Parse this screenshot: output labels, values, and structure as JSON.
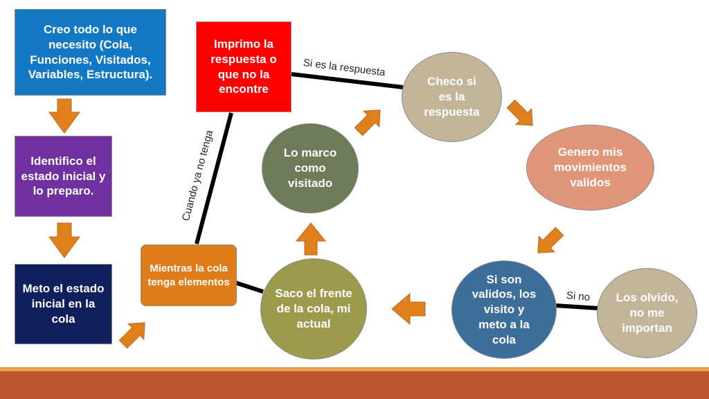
{
  "nodes": {
    "create": "Creo todo lo que necesito (Cola, Funciones, Visitados, Variables, Estructura).",
    "identify": "Identifico el estado inicial y lo preparo.",
    "enqueue_initial": "Meto el estado inicial en la cola",
    "while_queue": "Mientras la cola tenga elementos",
    "print_answer": "Imprimo la respuesta o que no la encontre",
    "dequeue": "Saco el frente de la cola, mi actual",
    "mark_visited": "Lo marco como visitado",
    "check_answer": "Checo si es la respuesta",
    "generate_moves": "Genero mis movimientos validos",
    "if_valid": "Si son validos, los visito y meto a la cola",
    "forget": "Los olvido, no me importan"
  },
  "edge_labels": {
    "when_empty": "Cuando ya no tenga",
    "if_answer": "Si es la respuesta",
    "if_not": "Si no"
  },
  "colors": {
    "blue": "#1479c4",
    "purple": "#7030a0",
    "navy": "#0f1f5c",
    "orange": "#e07b1a",
    "red": "#ff0000",
    "olive": "#9c9a4b",
    "gray_green": "#6e7a58",
    "tan": "#c3b49a",
    "salmon": "#e1967a",
    "steel_blue": "#3b6f9a",
    "arrow": "#e0801a",
    "band_dark": "#bb5630",
    "band_light": "#e4a24a"
  }
}
